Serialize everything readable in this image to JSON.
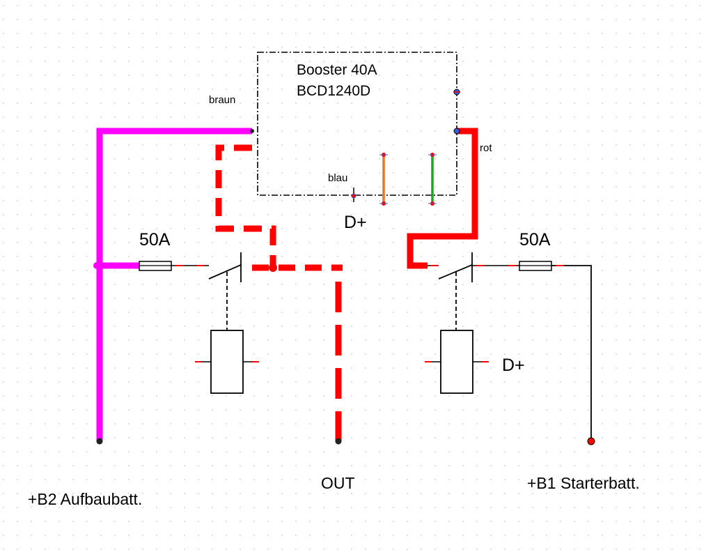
{
  "colors": {
    "grid_dot": "#c8c8c8",
    "magenta": "#ff00ff",
    "red": "#ff0000",
    "orange": "#e87722",
    "green": "#1fa51f",
    "black": "#000000",
    "pin_blue": "#3b5bd6"
  },
  "booster": {
    "title": "Booster 40A",
    "model": "BCD1240D"
  },
  "wires": {
    "braun": "braun",
    "blau": "blau",
    "rot": "rot"
  },
  "labels": {
    "dplus_top": "D+",
    "dplus_right": "D+",
    "fuse_left": "50A",
    "fuse_right": "50A",
    "out": "OUT",
    "b2": "+B2 Aufbaubatt.",
    "b1": "+B1 Starterbatt."
  }
}
